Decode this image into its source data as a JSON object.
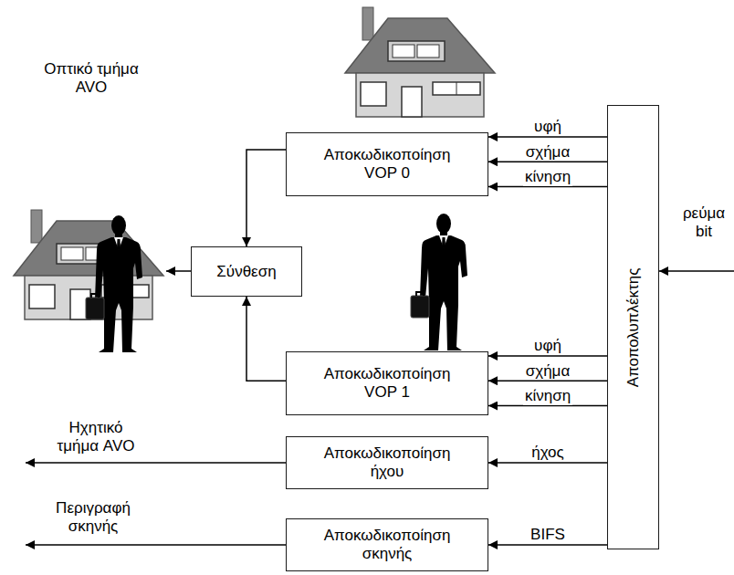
{
  "diagram": {
    "nodes": [
      {
        "text": [
          "Αποκωδικοποίηση VOP 0"
        ]
      },
      {
        "text": [
          "Σύνθεση"
        ]
      },
      {
        "text": [
          "Αποκωδικοποίηση VOP 1"
        ]
      },
      {
        "text": [
          "Αποκωδικοποίηση ήχου"
        ]
      },
      {
        "text": [
          "Αποκωδικοποίηση σκηνής"
        ]
      },
      {
        "text": [
          "Αποπολυπλέκτης"
        ]
      }
    ],
    "edges": [
      {
        "from": 5,
        "to": 0,
        "arrow": "to",
        "label": "υφή"
      },
      {
        "from": 5,
        "to": 0,
        "arrow": "to",
        "label": "σχήμα"
      },
      {
        "from": 5,
        "to": 0,
        "arrow": "to",
        "label": "κίνηση"
      },
      {
        "from": 5,
        "to": 2,
        "arrow": "to",
        "label": "υφή"
      },
      {
        "from": 5,
        "to": 2,
        "arrow": "to",
        "label": "σχήμα"
      },
      {
        "from": 5,
        "to": 2,
        "arrow": "to",
        "label": "κίνηση"
      },
      {
        "from": 5,
        "to": 3,
        "arrow": "to",
        "label": "ήχος"
      },
      {
        "from": 5,
        "to": 4,
        "arrow": "to",
        "label": "BIFS"
      },
      {
        "from": 0,
        "to": 1,
        "arrow": "to"
      },
      {
        "from": 2,
        "to": 1,
        "arrow": "to"
      }
    ],
    "labels": [
      "Οπτικό τμήμα AVO",
      "Ηχητικό τμήμα AVO",
      "Περιγραφή σκηνής",
      "ρεύμα bit"
    ]
  }
}
